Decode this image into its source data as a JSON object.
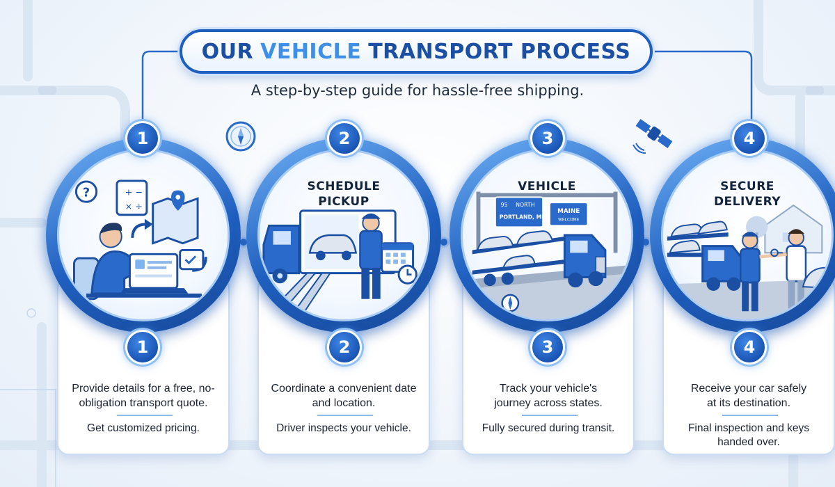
{
  "title": {
    "before": "OUR",
    "accent": "VEHICLE",
    "after": "TRANSPORT PROCESS"
  },
  "subtitle": "A step-by-step guide for hassle-free shipping.",
  "colors": {
    "primary": "#1f5fbf",
    "accent": "#3d8fe8",
    "card_border": "#c9dcf4"
  },
  "steps": [
    {
      "number": "1",
      "heading": "",
      "text": "Provide details for a free, no-obligation transport quote.",
      "detail": "Get customized pricing.",
      "illustration": "person-at-laptop-quote-icon"
    },
    {
      "number": "2",
      "heading": "SCHEDULE PICKUP",
      "text": "Coordinate a convenient date and location.",
      "detail": "Driver inspects your vehicle.",
      "illustration": "truck-loading-driver-calendar-icon"
    },
    {
      "number": "3",
      "heading": "VEHICLE",
      "text": "Track your vehicle's journey across states.",
      "detail": "Fully secured during transit.",
      "illustration": "car-carrier-highway-icon",
      "signs": [
        "NORTH",
        "PORTLAND, ME",
        "MAINE",
        "WELCOME",
        "95"
      ]
    },
    {
      "number": "4",
      "heading": "SECURE DELIVERY",
      "text": "Receive your car safely at its destination.",
      "detail": "Final inspection and keys handed over.",
      "illustration": "key-handover-delivery-icon"
    }
  ],
  "decor_icons": [
    "compass-icon",
    "satellite-icon"
  ]
}
